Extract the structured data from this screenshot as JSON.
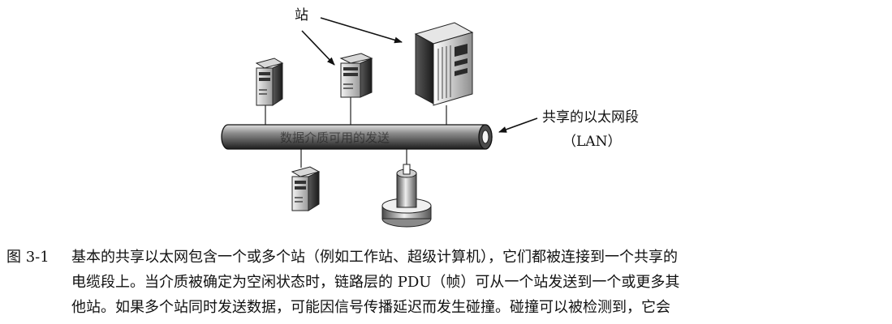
{
  "figure": {
    "station_label": "站",
    "segment_label_line1": "共享的以太网段",
    "segment_label_line2": "（LAN）",
    "cable_text": "数据介质可用的发送"
  },
  "caption": {
    "number": "图 3-1",
    "line1": "基本的共享以太网包含一个或多个站（例如工作站、超级计算机），它们都被连接到一个共享的",
    "line2": "电缆段上。当介质被确定为空闲状态时，链路层的 PDU（帧）可从一个站发送到一个或更多其",
    "line3": "他站。如果多个站同时发送数据，可能因信号传播延迟而发生碰撞。碰撞可以被检测到，它会"
  }
}
